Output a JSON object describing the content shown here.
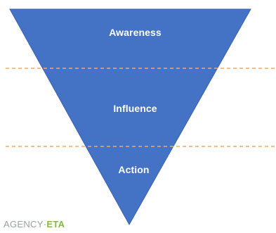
{
  "diagram": {
    "stages": [
      {
        "label": "Awareness"
      },
      {
        "label": "Influence"
      },
      {
        "label": "Action"
      }
    ],
    "colors": {
      "funnel_fill": "#4472c4",
      "funnel_stroke": "#3a63ad",
      "divider": "#f0a86a",
      "text": "#ffffff"
    }
  },
  "logo": {
    "part1": "AGENCY",
    "separator": "·",
    "part2": "ETA",
    "colors": {
      "part1": "#9aa0a6",
      "part2": "#86b84a"
    }
  }
}
